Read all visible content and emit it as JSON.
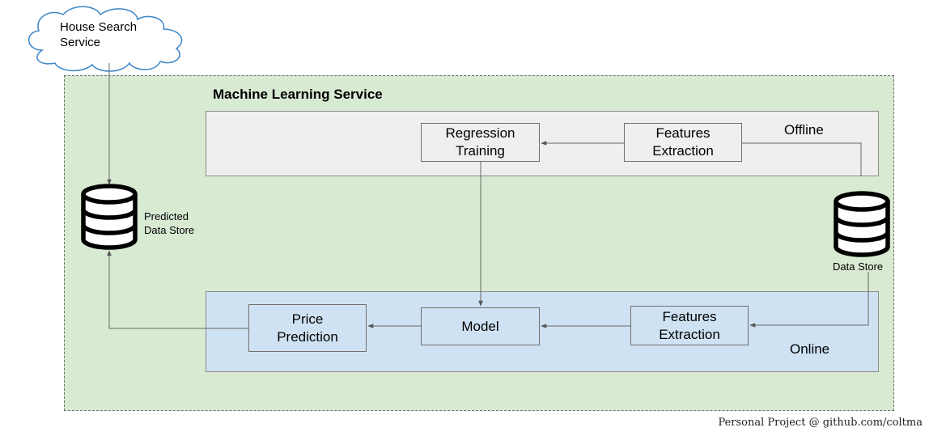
{
  "cloud": {
    "label": "House Search\nService"
  },
  "container": {
    "title": "Machine Learning Service"
  },
  "offline": {
    "label": "Offline",
    "regression": "Regression\nTraining",
    "features": "Features\nExtraction"
  },
  "online": {
    "label": "Online",
    "price": "Price\nPrediction",
    "model": "Model",
    "features": "Features\nExtraction"
  },
  "stores": {
    "predicted": "Predicted\nData Store",
    "data": "Data Store"
  },
  "footer": "Personal Project @ github.com/coltma",
  "colors": {
    "container": "#d9ead3",
    "offline": "#efefef",
    "online": "#cfe2f3",
    "line": "#666666"
  }
}
